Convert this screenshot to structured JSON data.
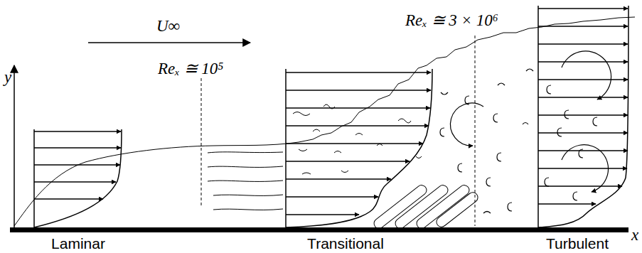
{
  "diagram": {
    "labels": [
      "y",
      "U∞",
      "Reₓ ≅ 10⁵",
      "Reₓ ≅ 3 × 10⁶",
      "Laminar",
      "Transitional",
      "Turbulent",
      "x"
    ]
  }
}
